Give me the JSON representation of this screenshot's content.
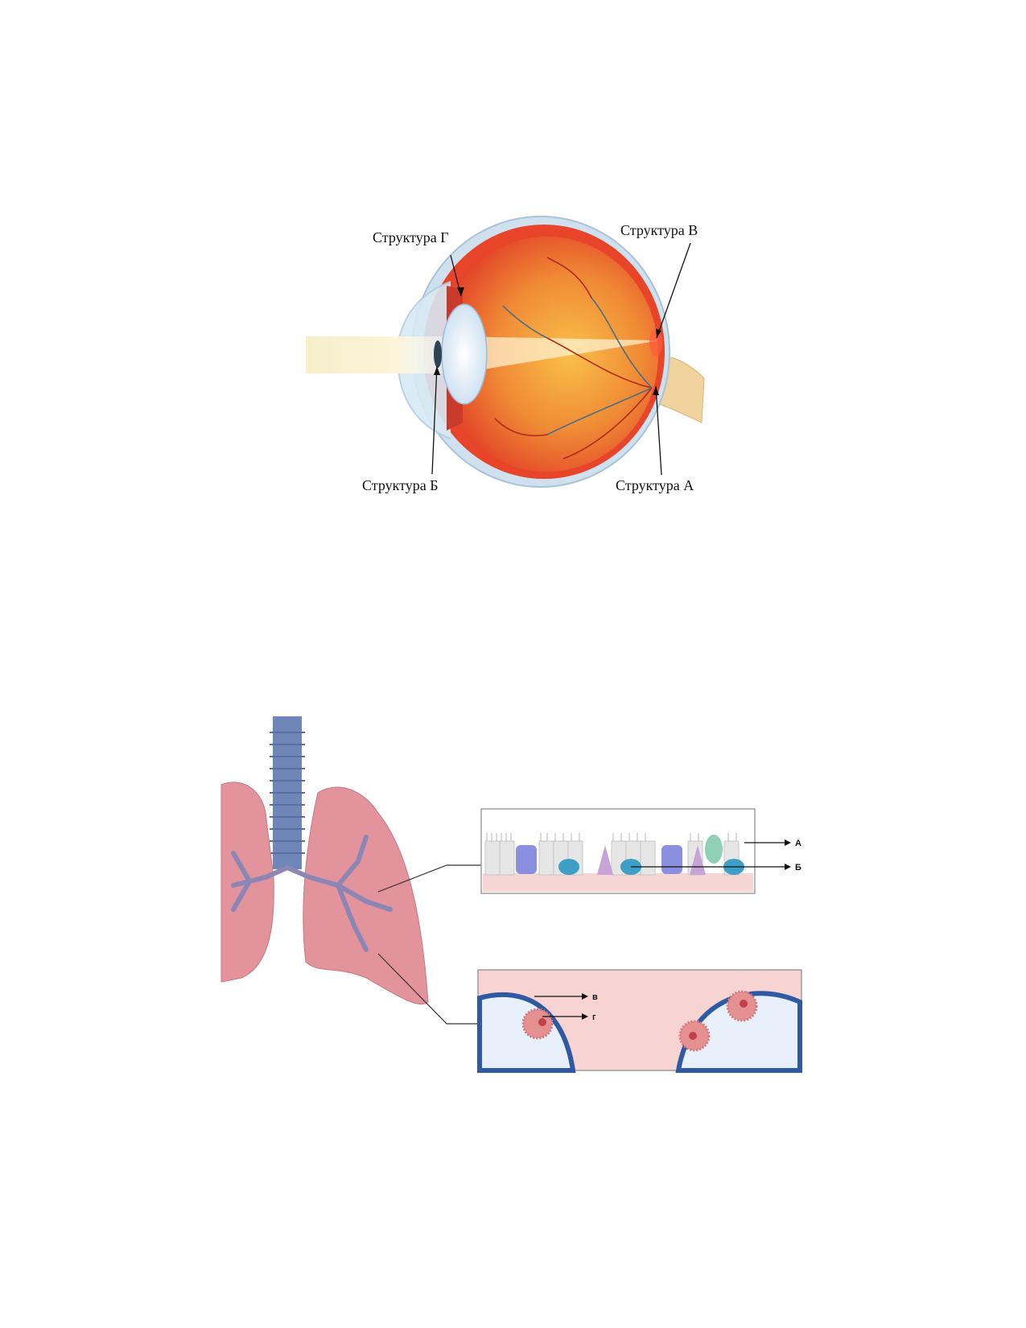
{
  "eye_figure": {
    "labels": {
      "structure_g": "Структура Г",
      "structure_v": "Структура В",
      "structure_b": "Структура Б",
      "structure_a": "Структура А"
    }
  },
  "lung_figure": {
    "epithelium_inset": {
      "label_a": "А",
      "label_b": "Б"
    },
    "alveoli_inset": {
      "label_v": "в",
      "label_g": "г"
    }
  },
  "colors": {
    "eye_red": "#e8442a",
    "eye_orange": "#f5a13a",
    "lung_pink": "#e3939c",
    "airway_blue": "#6f86b8"
  }
}
